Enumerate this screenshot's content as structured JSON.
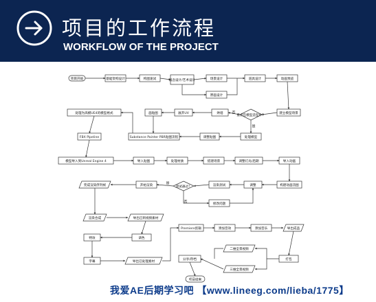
{
  "header": {
    "title_zh": "项目的工作流程",
    "title_en": "WORKFLOW OF THE PROJECT"
  },
  "colors": {
    "header_bg": "#0c2551",
    "watermark": "#0b3a8a",
    "node_border": "#333333"
  },
  "icons": {
    "header": "arrow-right-circle-icon"
  },
  "nodes": [
    {
      "id": "start",
      "shape": "terminal",
      "label": "项目开始"
    },
    {
      "id": "n1",
      "shape": "process",
      "label": "基础架构设计"
    },
    {
      "id": "n2",
      "shape": "process",
      "label": "构图速试"
    },
    {
      "id": "n3",
      "shape": "process",
      "label": "概念设计/艺术设计"
    },
    {
      "id": "n4",
      "shape": "process",
      "label": "场景设计"
    },
    {
      "id": "n5",
      "shape": "process",
      "label": "原画设计"
    },
    {
      "id": "n6",
      "shape": "process",
      "label": "道具设计"
    },
    {
      "id": "n7",
      "shape": "process",
      "label": "动画预览"
    },
    {
      "id": "n8",
      "shape": "process",
      "label": "建立模型场景"
    },
    {
      "id": "d1",
      "shape": "decision",
      "label": "重点在模型造型中？"
    },
    {
      "id": "n9",
      "shape": "process",
      "label": "烘焙"
    },
    {
      "id": "n10",
      "shape": "process",
      "label": "展开UV"
    },
    {
      "id": "n11",
      "shape": "process",
      "label": "画贴图"
    },
    {
      "id": "n12",
      "shape": "process",
      "label": "处理模型"
    },
    {
      "id": "n13",
      "shape": "process",
      "label": "调整贴图"
    },
    {
      "id": "n14",
      "shape": "process",
      "label": "Substance Painter PBR贴图流程"
    },
    {
      "id": "n15",
      "shape": "process",
      "label": "处理为高模UE4的模型格式"
    },
    {
      "id": "n16",
      "shape": "process",
      "label": "FBX Pipeline"
    },
    {
      "id": "n17",
      "shape": "process",
      "label": "模型导入到Unreal Engine 4"
    },
    {
      "id": "n18",
      "shape": "process",
      "label": "导入贴图"
    },
    {
      "id": "n19",
      "shape": "process",
      "label": "处理材质"
    },
    {
      "id": "n20",
      "shape": "process",
      "label": "搭建场景"
    },
    {
      "id": "n21",
      "shape": "process",
      "label": "调整灯光/后期"
    },
    {
      "id": "n22",
      "shape": "process",
      "label": "导入动画"
    },
    {
      "id": "n23",
      "shape": "process",
      "label": "构建动画流图"
    },
    {
      "id": "n24",
      "shape": "process",
      "label": "调整"
    },
    {
      "id": "n25",
      "shape": "process",
      "label": "渲染测试"
    },
    {
      "id": "d2",
      "shape": "decision",
      "label": "测试通过？"
    },
    {
      "id": "n26",
      "shape": "process",
      "label": "修改问题"
    },
    {
      "id": "n27",
      "shape": "process",
      "label": "开始渲染"
    },
    {
      "id": "n28",
      "shape": "io",
      "label": "完成渲染序列帧"
    },
    {
      "id": "n29",
      "shape": "io",
      "label": "渲染合成"
    },
    {
      "id": "n30",
      "shape": "io",
      "label": "导出已到视频素材"
    },
    {
      "id": "n31",
      "shape": "process",
      "label": "调色"
    },
    {
      "id": "n32",
      "shape": "process",
      "label": "特效"
    },
    {
      "id": "n33",
      "shape": "process",
      "label": "字幕"
    },
    {
      "id": "n34",
      "shape": "io",
      "label": "导出已处理素材"
    },
    {
      "id": "n35",
      "shape": "process",
      "label": "Premiere剪辑"
    },
    {
      "id": "n36",
      "shape": "process",
      "label": "添加音效"
    },
    {
      "id": "n37",
      "shape": "process",
      "label": "添加音乐"
    },
    {
      "id": "n38",
      "shape": "io",
      "label": "导出成品"
    },
    {
      "id": "n39",
      "shape": "io",
      "label": "二维全景视频"
    },
    {
      "id": "n40",
      "shape": "io",
      "label": "三维全景视频"
    },
    {
      "id": "n41",
      "shape": "process",
      "label": "打包"
    },
    {
      "id": "n42",
      "shape": "process",
      "label": "分享/存档"
    },
    {
      "id": "end",
      "shape": "terminal",
      "label": "项目结束"
    }
  ],
  "edge_labels": {
    "yes": "是",
    "no": "否"
  },
  "watermark": "我爱AE后期学习吧 【www.lineeg.com/lieba/1775】"
}
